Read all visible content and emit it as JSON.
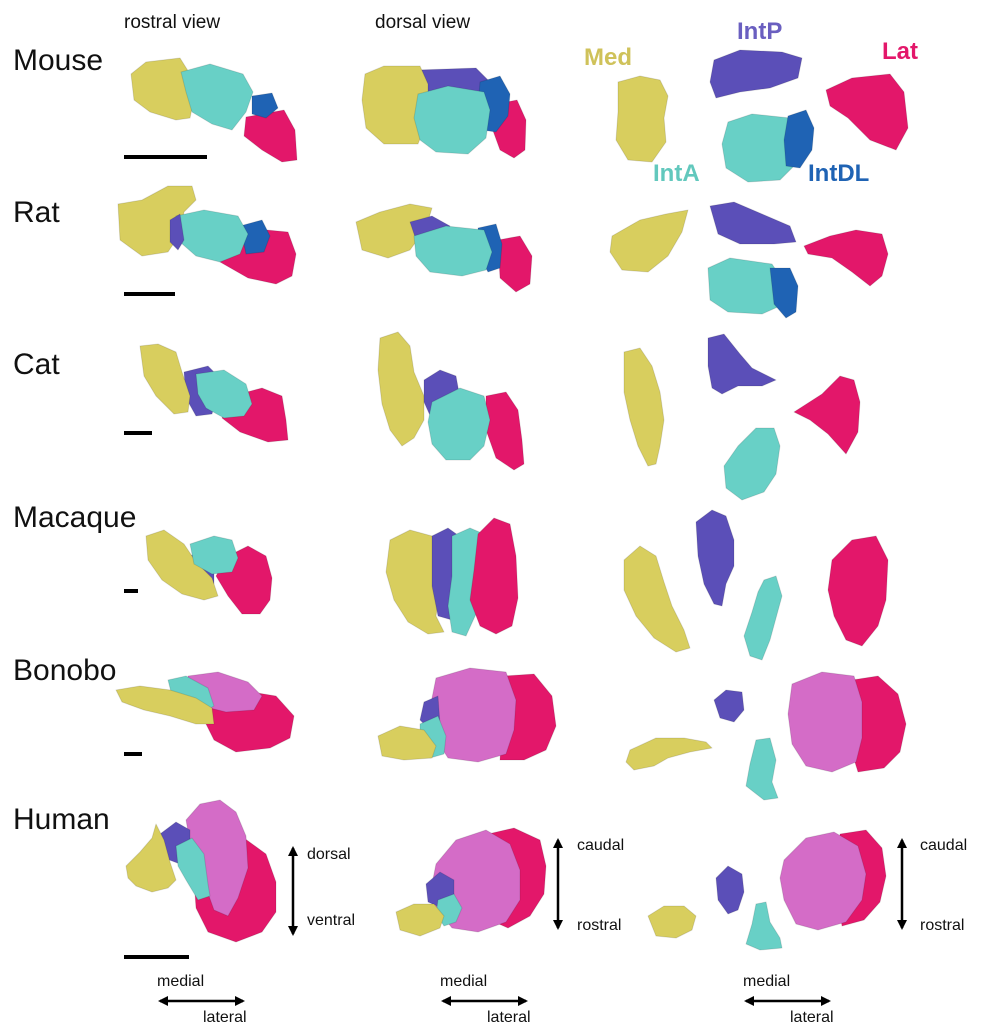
{
  "headers": {
    "rostral": "rostral view",
    "dorsal": "dorsal view"
  },
  "species": [
    "Mouse",
    "Rat",
    "Cat",
    "Macaque",
    "Bonobo",
    "Human"
  ],
  "nuclei": {
    "med": {
      "label": "Med",
      "color": "#d8ce5e"
    },
    "intp": {
      "label": "IntP",
      "color": "#5b4fb8"
    },
    "lat": {
      "label": "Lat",
      "color": "#e3176a"
    },
    "inta": {
      "label": "IntA",
      "color": "#68d0c6"
    },
    "intdl": {
      "label": "IntDL",
      "color": "#1f63b4"
    },
    "pink": {
      "color": "#d46cc7"
    }
  },
  "axes": {
    "dorsal": "dorsal",
    "ventral": "ventral",
    "caudal": "caudal",
    "rostral": "rostral",
    "medial": "medial",
    "lateral": "lateral"
  }
}
